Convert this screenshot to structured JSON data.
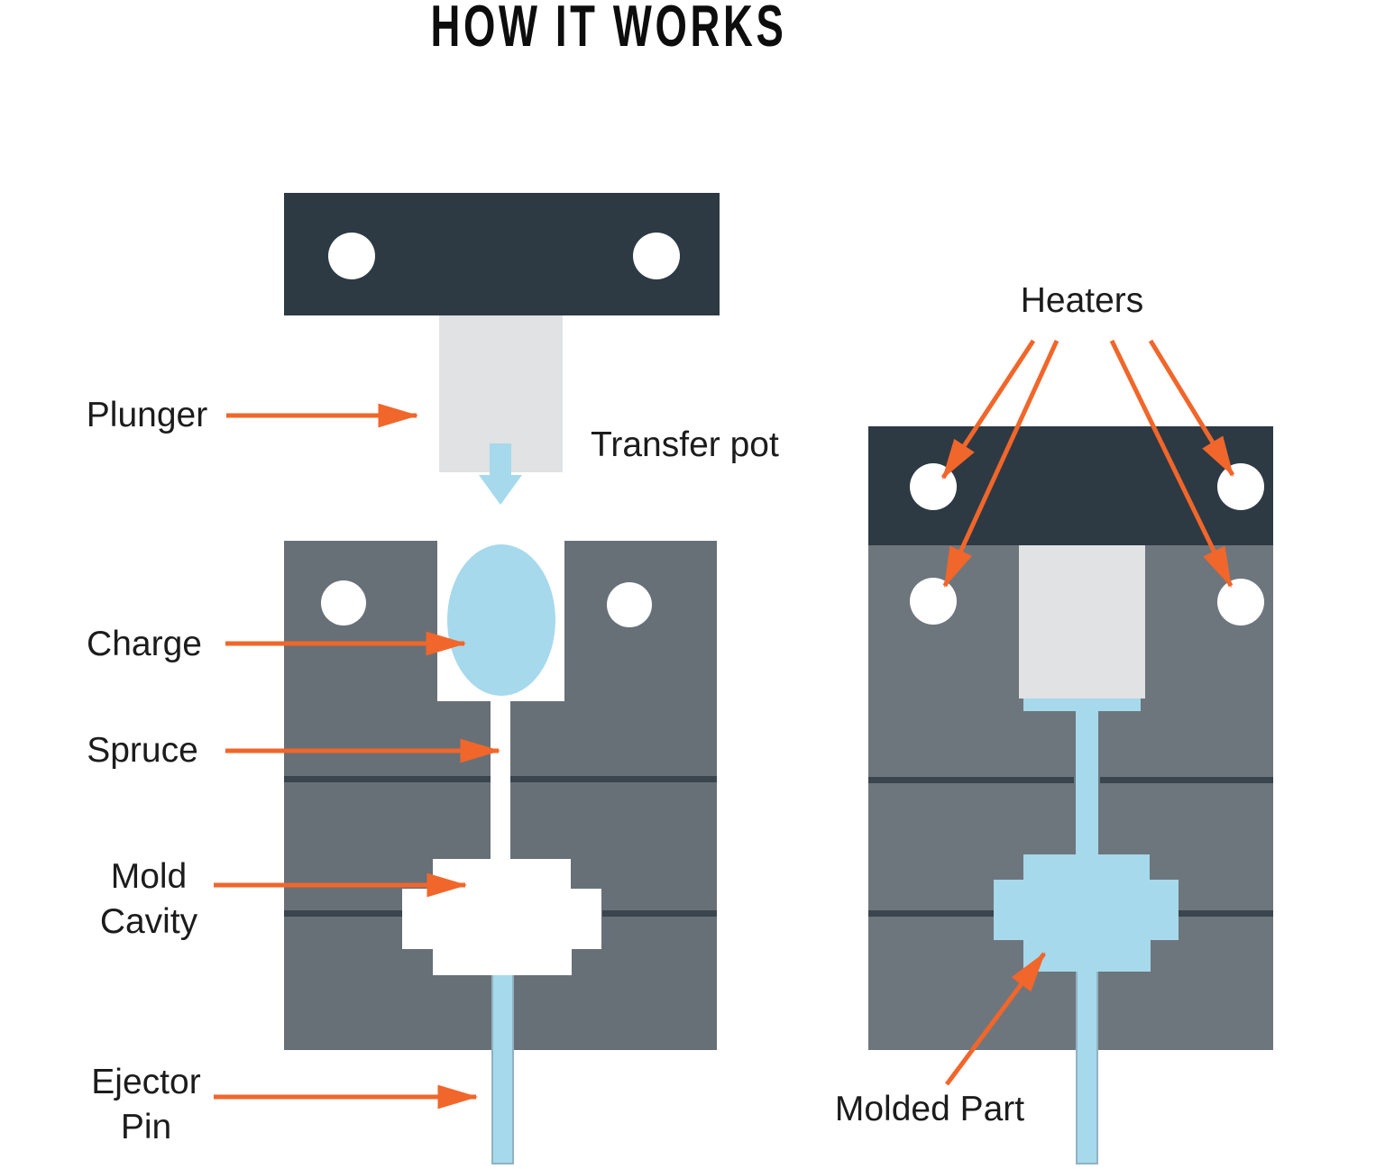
{
  "title": "HOW IT WORKS",
  "colors": {
    "background": "#ffffff",
    "title_text": "#0d0d0d",
    "label_text": "#1c1c1c",
    "accent_orange": "#f1662a",
    "plate_dark": "#2d3a44",
    "mold_gray_left": "#687077",
    "mold_gray_right": "#6e767d",
    "parting_line": "#3a454e",
    "material_blue": "#a6d9ec",
    "plunger_gray": "#e0e2e3",
    "hole_white": "#ffffff"
  },
  "left_diagram": {
    "labels": {
      "plunger": "Plunger",
      "transfer_pot": "Transfer pot",
      "charge": "Charge",
      "spruce": "Spruce",
      "mold_cavity": "Mold Cavity",
      "ejector_pin": "Ejector Pin"
    }
  },
  "right_diagram": {
    "labels": {
      "heaters": "Heaters",
      "molded_part": "Molded Part"
    }
  }
}
